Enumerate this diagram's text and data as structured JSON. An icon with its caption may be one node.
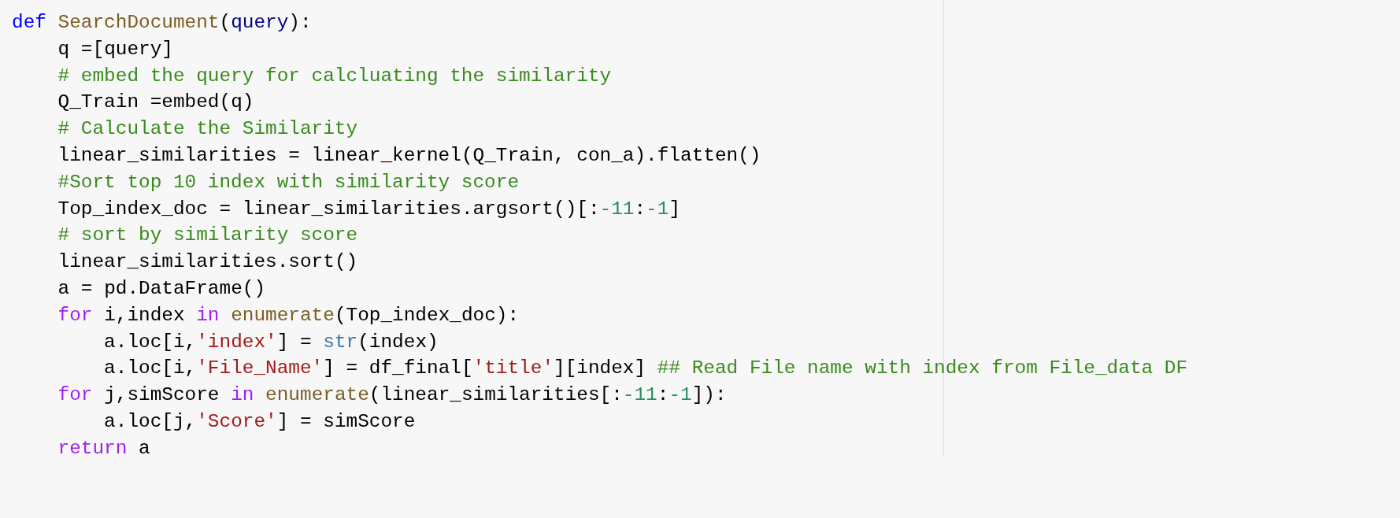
{
  "diagram": {
    "labels": [
      "def SearchDocument(query):",
      "    q =[query]",
      "    # embed the query for calcluating the similarity",
      "    Q_Train =embed(q)",
      "    # Calculate the Similarity",
      "    linear_similarities = linear_kernel(Q_Train, con_a).flatten()",
      "    #Sort top 10 index with similarity score",
      "    Top_index_doc = linear_similarities.argsort()[:-11:-1]",
      "    # sort by similarity score",
      "    linear_similarities.sort()",
      "    a = pd.DataFrame()",
      "    for i,index in enumerate(Top_index_doc):",
      "        a.loc[i,'index'] = str(index)",
      "        a.loc[i,'File_Name'] = df_final['title'][index] ## Read File name with index from File_data DF",
      "    for j,simScore in enumerate(linear_similarities[:-11:-1]):",
      "        a.loc[j,'Score'] = simScore",
      "    return a"
    ]
  }
}
